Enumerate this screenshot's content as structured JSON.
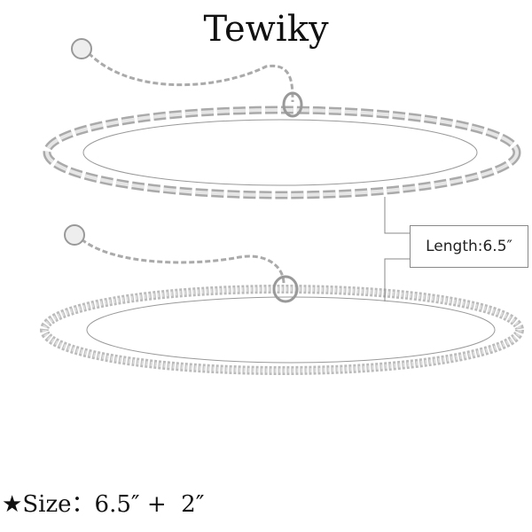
{
  "brand": "Tewiky",
  "length_label": "Length:6.5″",
  "size": {
    "star": "★",
    "label": "Size：",
    "value": "6.5″ +  2″"
  }
}
